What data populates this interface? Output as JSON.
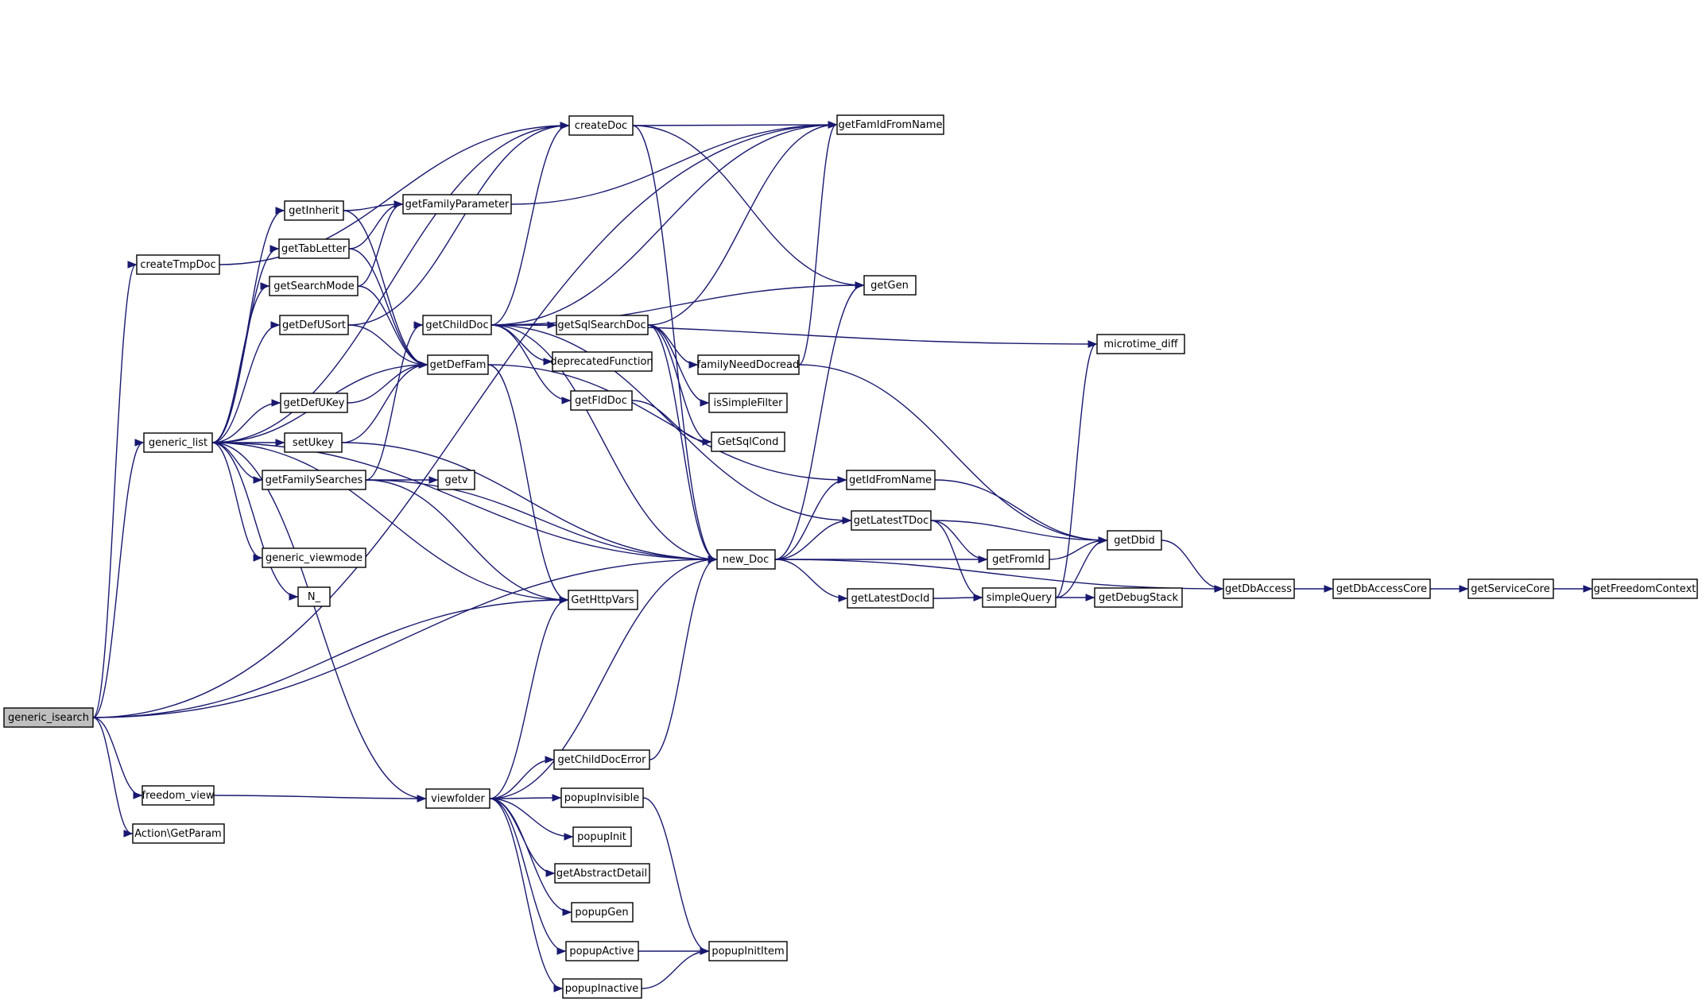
{
  "nodes": {
    "generic_isearch": "generic_isearch",
    "createTmpDoc": "createTmpDoc",
    "generic_list": "generic_list",
    "freedom_view": "freedom_view",
    "action_getparam": "Action\\GetParam",
    "getInherit": "getInherit",
    "getTabLetter": "getTabLetter",
    "getSearchMode": "getSearchMode",
    "getDefUSort": "getDefUSort",
    "getDefUKey": "getDefUKey",
    "setUkey": "setUkey",
    "getFamilySearches": "getFamilySearches",
    "generic_viewmode": "generic_viewmode",
    "n_": "N_",
    "viewfolder": "viewfolder",
    "getFamilyParameter": "getFamilyParameter",
    "getChildDoc": "getChildDoc",
    "getDefFam": "getDefFam",
    "getv": "getv",
    "createDoc": "createDoc",
    "getSqlSearchDoc": "getSqlSearchDoc",
    "deprecatedFunction": "deprecatedFunction",
    "getFldDoc": "getFldDoc",
    "getHttpVars": "GetHttpVars",
    "getChildDocError": "getChildDocError",
    "popupInvisible": "popupInvisible",
    "popupInit": "popupInit",
    "getAbstractDetail": "getAbstractDetail",
    "popupGen": "popupGen",
    "popupActive": "popupActive",
    "popupInactive": "popupInactive",
    "familyNeedDocread": "familyNeedDocread",
    "isSimpleFilter": "isSimpleFilter",
    "getSqlCond": "GetSqlCond",
    "new_Doc": "new_Doc",
    "popupInitItem": "popupInitItem",
    "getFamIdFromName": "getFamIdFromName",
    "getGen": "getGen",
    "getIdFromName": "getIdFromName",
    "getLatestTDoc": "getLatestTDoc",
    "getFromId": "getFromId",
    "getLatestDocId": "getLatestDocId",
    "simpleQuery": "simpleQuery",
    "microtime_diff": "microtime_diff",
    "getDbid": "getDbid",
    "getDebugStack": "getDebugStack",
    "getDbAccess": "getDbAccess",
    "getDbAccessCore": "getDbAccessCore",
    "getServiceCore": "getServiceCore",
    "getFreedomContext": "getFreedomContext"
  },
  "edges": [
    [
      "generic_isearch",
      "getFamIdFromName"
    ],
    [
      "generic_isearch",
      "createTmpDoc"
    ],
    [
      "generic_isearch",
      "generic_list"
    ],
    [
      "generic_isearch",
      "getHttpVars"
    ],
    [
      "generic_isearch",
      "new_Doc"
    ],
    [
      "generic_isearch",
      "freedom_view"
    ],
    [
      "generic_isearch",
      "action_getparam"
    ],
    [
      "createTmpDoc",
      "createDoc"
    ],
    [
      "generic_list",
      "createDoc"
    ],
    [
      "generic_list",
      "getInherit"
    ],
    [
      "generic_list",
      "getTabLetter"
    ],
    [
      "generic_list",
      "getSearchMode"
    ],
    [
      "generic_list",
      "getDefUSort"
    ],
    [
      "generic_list",
      "getDefFam"
    ],
    [
      "generic_list",
      "getDefUKey"
    ],
    [
      "generic_list",
      "setUkey"
    ],
    [
      "generic_list",
      "getFamilySearches"
    ],
    [
      "generic_list",
      "generic_viewmode"
    ],
    [
      "generic_list",
      "n_"
    ],
    [
      "generic_list",
      "getHttpVars"
    ],
    [
      "generic_list",
      "new_Doc"
    ],
    [
      "generic_list",
      "viewfolder"
    ],
    [
      "getInherit",
      "getFamilyParameter"
    ],
    [
      "getInherit",
      "getDefFam"
    ],
    [
      "getTabLetter",
      "getFamilyParameter"
    ],
    [
      "getTabLetter",
      "getDefFam"
    ],
    [
      "getSearchMode",
      "getFamilyParameter"
    ],
    [
      "getSearchMode",
      "getDefFam"
    ],
    [
      "getDefUSort",
      "getDefFam"
    ],
    [
      "getDefUSort",
      "createDoc"
    ],
    [
      "getDefUKey",
      "getDefFam"
    ],
    [
      "setUkey",
      "getDefFam"
    ],
    [
      "setUkey",
      "new_Doc"
    ],
    [
      "getFamilySearches",
      "getChildDoc"
    ],
    [
      "getFamilySearches",
      "getv"
    ],
    [
      "getFamilySearches",
      "getHttpVars"
    ],
    [
      "getFamilySearches",
      "new_Doc"
    ],
    [
      "getFamilyParameter",
      "getFamIdFromName"
    ],
    [
      "getDefFam",
      "getHttpVars"
    ],
    [
      "getDefFam",
      "getIdFromName"
    ],
    [
      "getChildDoc",
      "getFamIdFromName"
    ],
    [
      "getChildDoc",
      "createDoc"
    ],
    [
      "getChildDoc",
      "getGen"
    ],
    [
      "getChildDoc",
      "getSqlSearchDoc"
    ],
    [
      "getChildDoc",
      "deprecatedFunction"
    ],
    [
      "getChildDoc",
      "getFldDoc"
    ],
    [
      "getChildDoc",
      "new_Doc"
    ],
    [
      "getChildDoc",
      "microtime_diff"
    ],
    [
      "getChildDoc",
      "getLatestTDoc"
    ],
    [
      "createDoc",
      "getFamIdFromName"
    ],
    [
      "createDoc",
      "getGen"
    ],
    [
      "createDoc",
      "new_Doc"
    ],
    [
      "getSqlSearchDoc",
      "getFamIdFromName"
    ],
    [
      "getSqlSearchDoc",
      "familyNeedDocread"
    ],
    [
      "getSqlSearchDoc",
      "isSimpleFilter"
    ],
    [
      "getSqlSearchDoc",
      "getSqlCond"
    ],
    [
      "getSqlSearchDoc",
      "new_Doc"
    ],
    [
      "getFldDoc",
      "getSqlCond"
    ],
    [
      "familyNeedDocread",
      "getFamIdFromName"
    ],
    [
      "familyNeedDocread",
      "getDbid"
    ],
    [
      "freedom_view",
      "viewfolder"
    ],
    [
      "viewfolder",
      "getHttpVars"
    ],
    [
      "viewfolder",
      "new_Doc"
    ],
    [
      "viewfolder",
      "getChildDocError"
    ],
    [
      "viewfolder",
      "popupInvisible"
    ],
    [
      "viewfolder",
      "popupInit"
    ],
    [
      "viewfolder",
      "getAbstractDetail"
    ],
    [
      "viewfolder",
      "popupGen"
    ],
    [
      "viewfolder",
      "popupActive"
    ],
    [
      "viewfolder",
      "popupInactive"
    ],
    [
      "getChildDocError",
      "new_Doc"
    ],
    [
      "popupInvisible",
      "popupInitItem"
    ],
    [
      "popupActive",
      "popupInitItem"
    ],
    [
      "popupInactive",
      "popupInitItem"
    ],
    [
      "new_Doc",
      "getGen"
    ],
    [
      "new_Doc",
      "getIdFromName"
    ],
    [
      "new_Doc",
      "getLatestTDoc"
    ],
    [
      "new_Doc",
      "getFromId"
    ],
    [
      "new_Doc",
      "getLatestDocId"
    ],
    [
      "new_Doc",
      "getDbAccess"
    ],
    [
      "getIdFromName",
      "getDbid"
    ],
    [
      "getLatestTDoc",
      "getDbid"
    ],
    [
      "getLatestTDoc",
      "getFromId"
    ],
    [
      "getLatestTDoc",
      "simpleQuery"
    ],
    [
      "getFromId",
      "getDbid"
    ],
    [
      "getLatestDocId",
      "simpleQuery"
    ],
    [
      "simpleQuery",
      "microtime_diff"
    ],
    [
      "simpleQuery",
      "getDbid"
    ],
    [
      "simpleQuery",
      "getDebugStack"
    ],
    [
      "getDbid",
      "getDbAccess"
    ],
    [
      "getDbAccess",
      "getDbAccessCore"
    ],
    [
      "getDbAccessCore",
      "getServiceCore"
    ],
    [
      "getServiceCore",
      "getFreedomContext"
    ]
  ]
}
